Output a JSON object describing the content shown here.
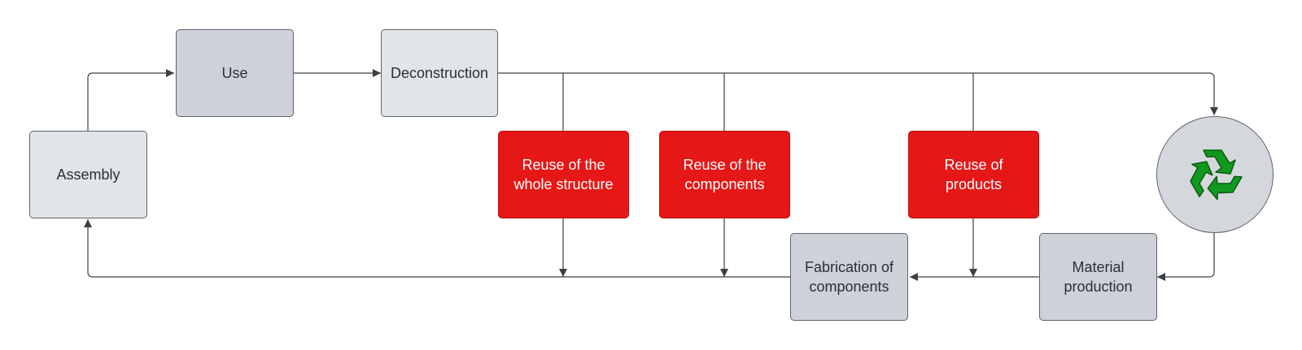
{
  "nodes": {
    "assembly": "Assembly",
    "use": "Use",
    "deconstruction": "Deconstruction",
    "reuse_structure": "Reuse of the whole structure",
    "reuse_components": "Reuse of the components",
    "reuse_products": "Reuse of products",
    "fabrication": "Fabrication of components",
    "material_production": "Material production"
  },
  "icons": {
    "recycling": "recycle-icon"
  },
  "colors": {
    "reuse_fill": "#e61717",
    "recycle_green": "#0f9a1d",
    "box_gray": "#cdd2d9"
  }
}
